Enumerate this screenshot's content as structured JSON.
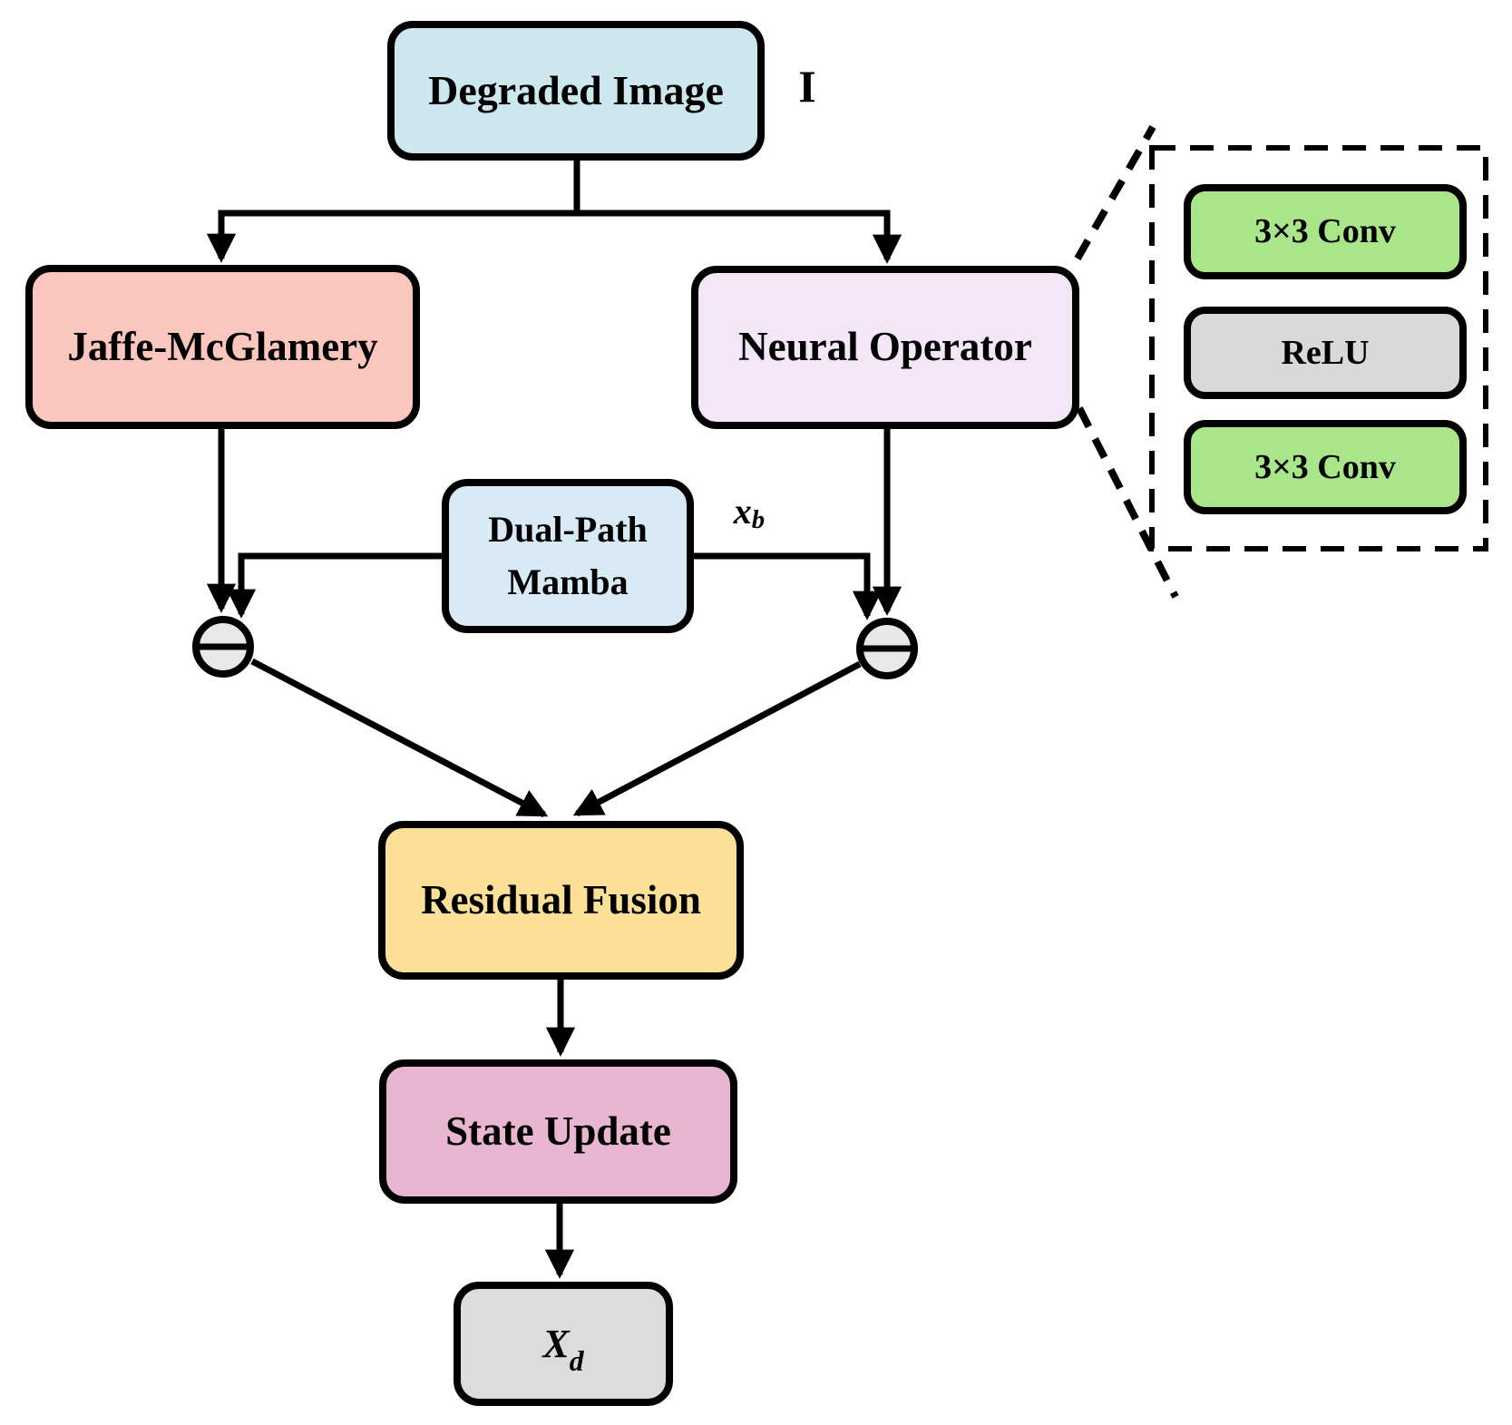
{
  "diagram": {
    "nodes": {
      "degraded_image": {
        "label": "Degraded Image",
        "color": "#cde7ef"
      },
      "jaffe_mcglamery": {
        "label": "Jaffe-McGlamery",
        "color": "#fac6bd"
      },
      "neural_operator": {
        "label": "Neural Operator",
        "color": "#f2e6f7"
      },
      "dual_path_mamba": {
        "line1": "Dual-Path",
        "line2": "Mamba",
        "color": "#d8eaf6"
      },
      "residual_fusion": {
        "label": "Residual Fusion",
        "color": "#fce098"
      },
      "state_update": {
        "label": "State Update",
        "color": "#e8b6d0"
      },
      "output": {
        "base": "X",
        "sub": "d",
        "color": "#dcdcdc"
      }
    },
    "symbols": {
      "input": {
        "label": "I"
      },
      "xb": {
        "base": "x",
        "sub": "b"
      },
      "subtract": {
        "glyph": "−",
        "count": 2,
        "fill": "#e8e8e8"
      }
    },
    "conv_stack": {
      "items": [
        {
          "label": "3×3 Conv",
          "color": "#a9e68a"
        },
        {
          "label": "ReLU",
          "color": "#d9d9d9"
        },
        {
          "label": "3×3 Conv",
          "color": "#a9e68a"
        }
      ]
    },
    "style": {
      "line_color": "#000000",
      "background": "#ffffff"
    }
  }
}
